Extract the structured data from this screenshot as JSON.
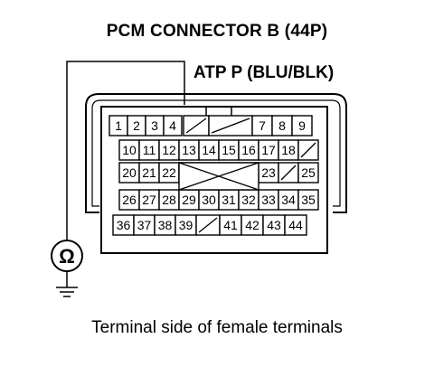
{
  "title": "PCM CONNECTOR B (44P)",
  "probe_label": "ATP P (BLU/BLK)",
  "caption": "Terminal side of female terminals",
  "meter_symbol": "Ω",
  "connector": {
    "rows": [
      [
        "1",
        "2",
        "3",
        "4",
        "",
        "",
        "7",
        "8",
        "9"
      ],
      [
        "10",
        "11",
        "12",
        "13",
        "14",
        "15",
        "16",
        "17",
        "18",
        ""
      ],
      [
        "20",
        "21",
        "22",
        "",
        "",
        "",
        "",
        "23",
        "",
        "25"
      ],
      [
        "26",
        "27",
        "28",
        "29",
        "30",
        "31",
        "32",
        "33",
        "34",
        "35"
      ],
      [
        "36",
        "37",
        "38",
        "39",
        "",
        "41",
        "42",
        "43",
        "44"
      ]
    ],
    "probed_terminal": "4"
  }
}
